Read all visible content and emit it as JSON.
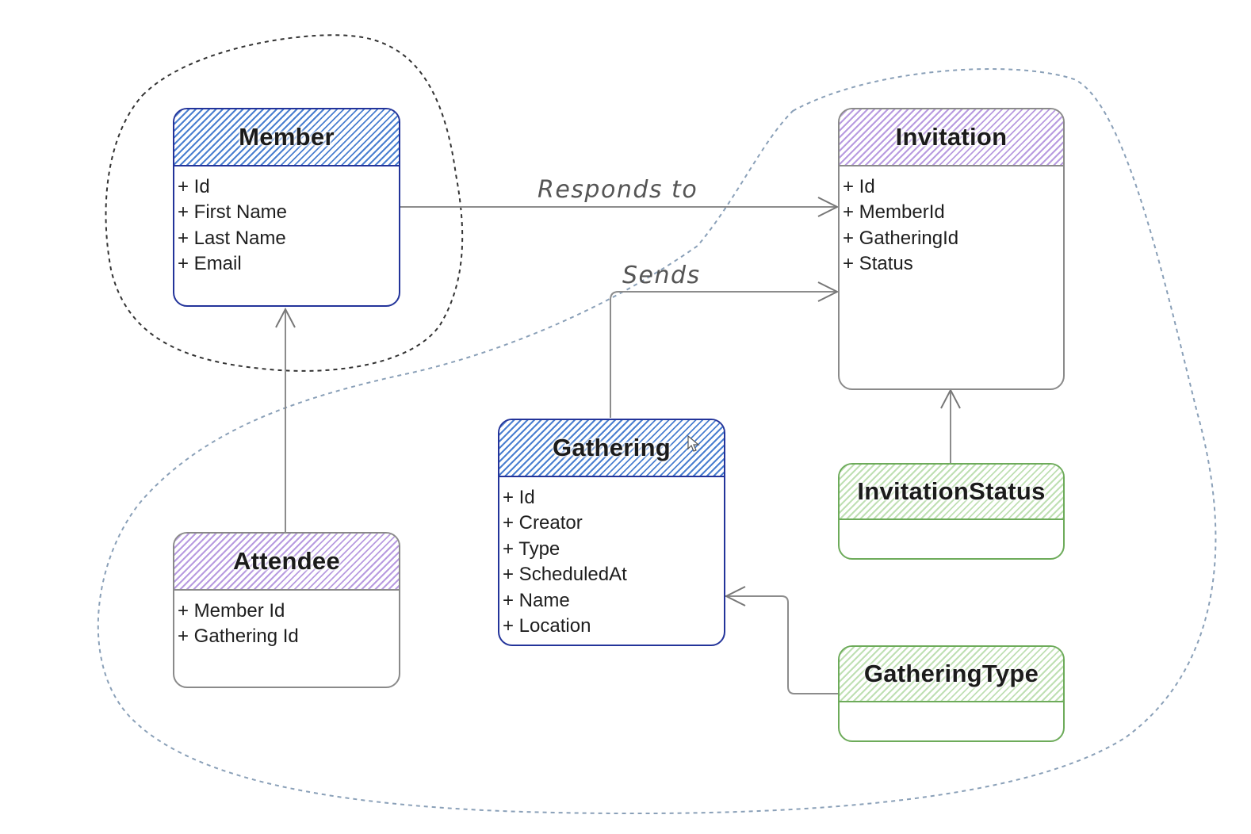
{
  "entities": {
    "member": {
      "title": "Member",
      "fields": [
        "+ Id",
        "+ First Name",
        "+ Last Name",
        "+ Email"
      ]
    },
    "invitation": {
      "title": "Invitation",
      "fields": [
        "+ Id",
        "+ MemberId",
        "+ GatheringId",
        "+ Status"
      ]
    },
    "gathering": {
      "title": "Gathering",
      "fields": [
        "+ Id",
        "+ Creator",
        "+ Type",
        "+ ScheduledAt",
        "+ Name",
        "+ Location"
      ]
    },
    "attendee": {
      "title": "Attendee",
      "fields": [
        "+ Member Id",
        "+ Gathering Id"
      ]
    },
    "invitation_status": {
      "title": "InvitationStatus",
      "fields": []
    },
    "gathering_type": {
      "title": "GatheringType",
      "fields": []
    }
  },
  "relationships": {
    "responds_to": "Responds to",
    "sends": "Sends"
  },
  "colors": {
    "blue_border": "#23349a",
    "blue_hatch": "#4a7fd0",
    "purple_hatch": "#b89be0",
    "green_border": "#6dab5a",
    "green_hatch": "#bfe0b3",
    "gray_border": "#8a8a8a",
    "connector": "#8c8c8c"
  },
  "icons": [
    "arrow-head-icon",
    "mouse-cursor-icon"
  ]
}
